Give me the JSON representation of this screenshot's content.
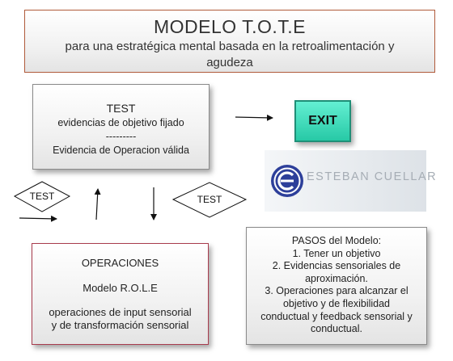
{
  "title": {
    "main": "MODELO T.O.T.E",
    "subtitle_line1": "para una estratégica mental basada en la retroalimentación y",
    "subtitle_line2": "agudeza"
  },
  "test_box": {
    "heading": "TEST",
    "line1": "evidencias de objetivo fijado",
    "divider": "---------",
    "line2": "Evidencia de Operacion válida"
  },
  "exit_label": "EXIT",
  "logo": {
    "wordmark": "ESTEBAN CUELLAR"
  },
  "diamond_left_label": "TEST",
  "diamond_right_label": "TEST",
  "operations_box": {
    "heading": "OPERACIONES",
    "model": "Modelo R.O.L.E",
    "desc_line1": "operaciones de input sensorial",
    "desc_line2": "y de transformación sensorial"
  },
  "steps_box": {
    "lines": [
      "PASOS del Modelo:",
      "1. Tener un objetivo",
      "2. Evidencias sensoriales de",
      "aproximación.",
      "3. Operaciones para alcanzar el",
      "objetivo y de flexibilidad",
      "conductual y feedback sensorial y",
      "conductual."
    ]
  },
  "colors": {
    "title_border": "#b05a3a",
    "operations_border": "#a83b4d",
    "exit_fill": "#3fe0bf",
    "logo_blue": "#2d3f9a"
  }
}
